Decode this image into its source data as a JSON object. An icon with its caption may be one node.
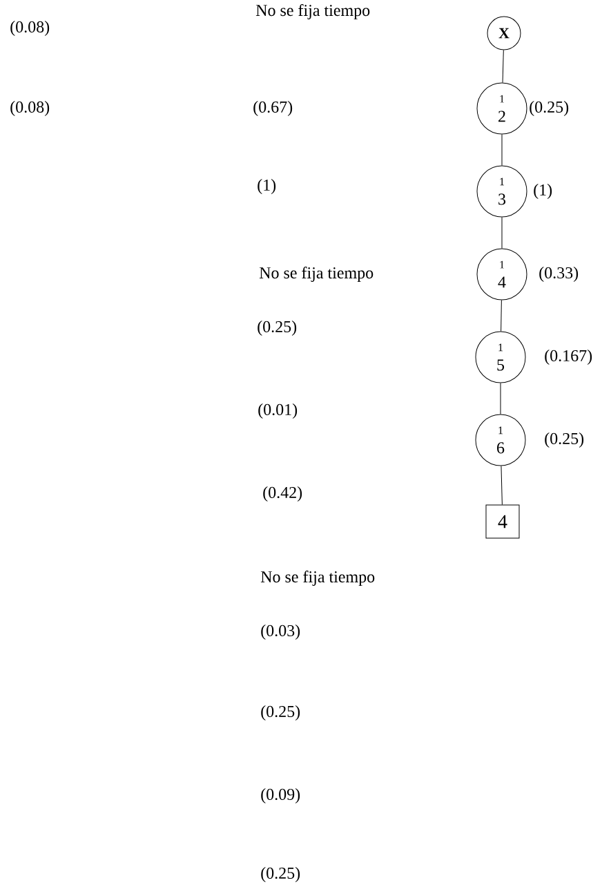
{
  "diagram": {
    "nodes": [
      {
        "text": [
          "X"
        ]
      },
      {
        "text": [
          "1",
          "2"
        ],
        "beside": [
          "(0.25)"
        ]
      },
      {
        "text": [
          "1",
          "3"
        ],
        "beside": [
          "(1)"
        ]
      },
      {
        "text": [
          "1",
          "4"
        ],
        "beside": [
          "(0.33)"
        ]
      },
      {
        "text": [
          "1",
          "5"
        ],
        "beside": [
          "(0.167)"
        ]
      },
      {
        "text": [
          "1",
          "6"
        ],
        "beside": [
          "(0.25)"
        ]
      },
      {
        "text": [
          "4"
        ]
      }
    ],
    "edges": [
      {
        "from": 0,
        "to": 1,
        "arrow": "none"
      },
      {
        "from": 1,
        "to": 2,
        "arrow": "none"
      },
      {
        "from": 2,
        "to": 3,
        "arrow": "none"
      },
      {
        "from": 3,
        "to": 4,
        "arrow": "none"
      },
      {
        "from": 4,
        "to": 5,
        "arrow": "none"
      },
      {
        "from": 5,
        "to": 6,
        "arrow": "none"
      }
    ],
    "labels": [
      "No se fija tiempo",
      "(0.08)",
      "(0.08)",
      "(0.67)",
      "(1)",
      "No se fija tiempo",
      "(0.25)",
      "(0.01)",
      "(0.42)",
      "No se fija tiempo",
      "(0.03)",
      "(0.25)",
      "(0.09)",
      "(0.25)"
    ]
  }
}
